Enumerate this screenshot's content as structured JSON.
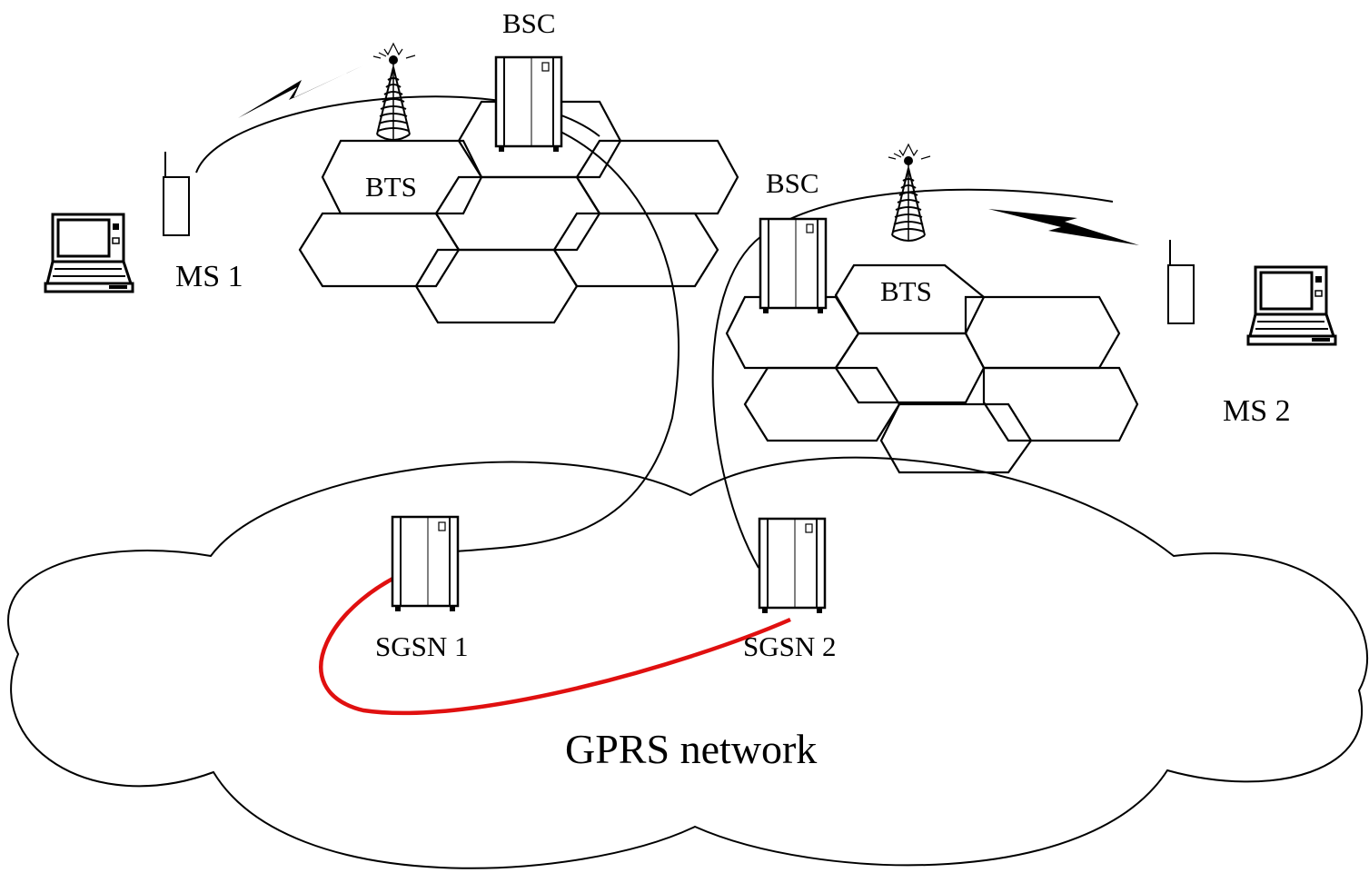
{
  "labels": {
    "bsc_1": "BSC",
    "bsc_2": "BSC",
    "bts_1": "BTS",
    "bts_2": "BTS",
    "ms_1": "MS 1",
    "ms_2": "MS 2",
    "sgsn_1": "SGSN 1",
    "sgsn_2": "SGSN 2",
    "network": "GPRS network"
  },
  "colors": {
    "line": "#000000",
    "background": "#ffffff",
    "highlight_link": "#e01010"
  }
}
